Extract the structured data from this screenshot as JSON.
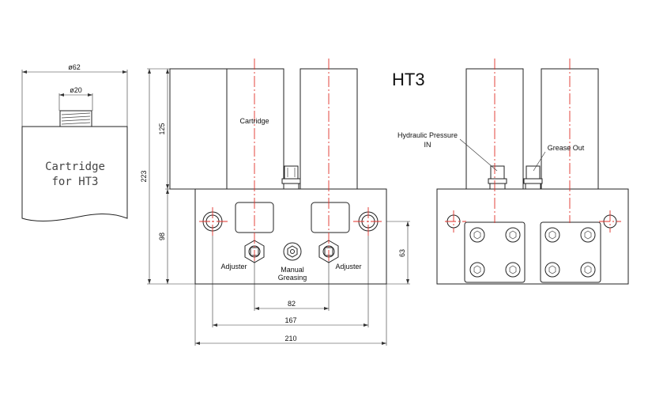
{
  "title": "HT3",
  "cartridge_view": {
    "dim_outer": "ø62",
    "dim_thread": "ø20",
    "label_line1": "Cartridge",
    "label_line2": "for HT3"
  },
  "front_view": {
    "cartridge_label": "Cartridge",
    "adjuster_left": "Adjuster",
    "adjuster_right": "Adjuster",
    "manual_line1": "Manual",
    "manual_line2": "Greasing",
    "dim_height_total": "223",
    "dim_height_cartridge": "125",
    "dim_height_block": "98",
    "dim_port_height": "63",
    "dim_adjuster_spacing": "82",
    "dim_mount_spacing": "167",
    "dim_width": "210"
  },
  "side_view": {
    "hydraulic_line1": "Hydraulic Pressure",
    "hydraulic_line2": "IN",
    "grease_out": "Grease Out"
  }
}
